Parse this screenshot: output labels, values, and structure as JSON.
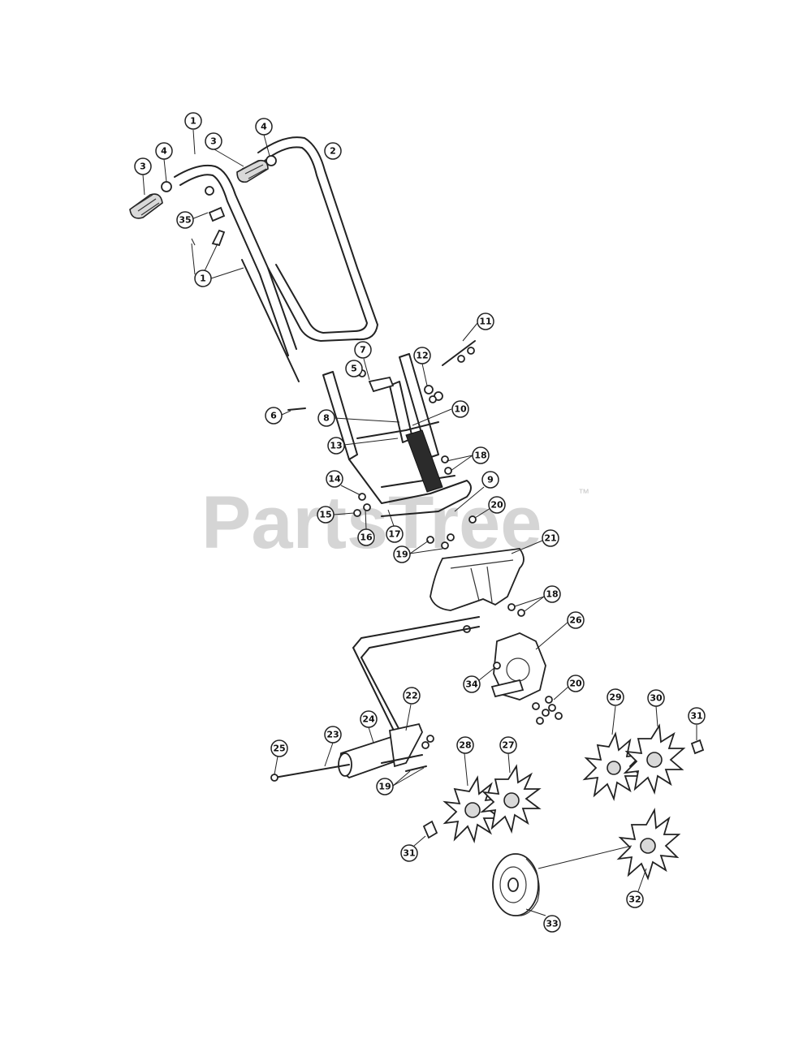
{
  "watermark": {
    "brand": "PartsTree",
    "trademark": "™"
  },
  "callouts": [
    {
      "label": "1"
    },
    {
      "label": "2"
    },
    {
      "label": "3"
    },
    {
      "label": "4"
    },
    {
      "label": "3"
    },
    {
      "label": "4"
    },
    {
      "label": "35"
    },
    {
      "label": "1"
    },
    {
      "label": "11"
    },
    {
      "label": "7"
    },
    {
      "label": "12"
    },
    {
      "label": "5"
    },
    {
      "label": "6"
    },
    {
      "label": "8"
    },
    {
      "label": "10"
    },
    {
      "label": "13"
    },
    {
      "label": "18"
    },
    {
      "label": "14"
    },
    {
      "label": "9"
    },
    {
      "label": "15"
    },
    {
      "label": "16"
    },
    {
      "label": "17"
    },
    {
      "label": "20"
    },
    {
      "label": "19"
    },
    {
      "label": "21"
    },
    {
      "label": "18"
    },
    {
      "label": "26"
    },
    {
      "label": "34"
    },
    {
      "label": "20"
    },
    {
      "label": "22"
    },
    {
      "label": "29"
    },
    {
      "label": "30"
    },
    {
      "label": "31"
    },
    {
      "label": "24"
    },
    {
      "label": "23"
    },
    {
      "label": "25"
    },
    {
      "label": "28"
    },
    {
      "label": "27"
    },
    {
      "label": "19"
    },
    {
      "label": "31"
    },
    {
      "label": "32"
    },
    {
      "label": "33"
    }
  ]
}
